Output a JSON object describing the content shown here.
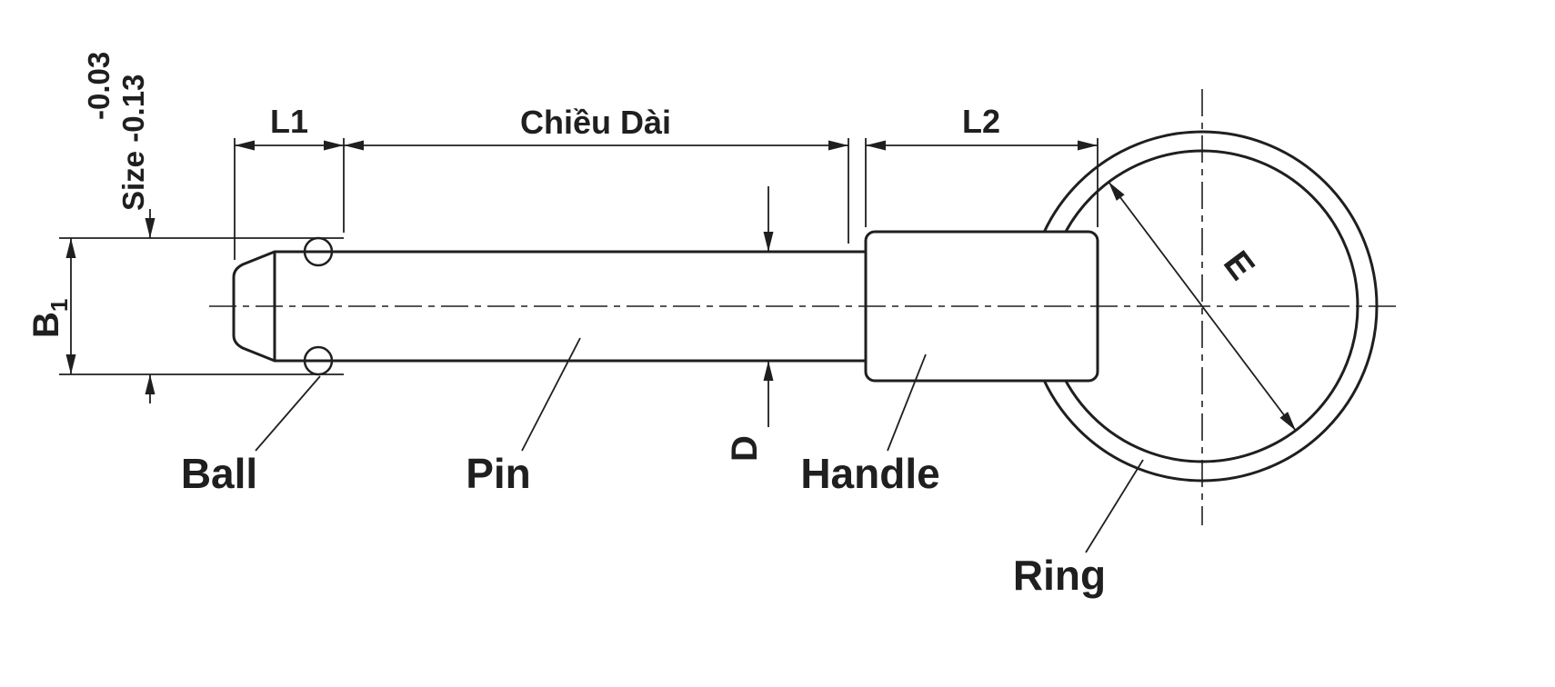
{
  "drawing": {
    "part_labels": {
      "ball": "Ball",
      "pin": "Pin",
      "handle": "Handle",
      "ring": "Ring"
    },
    "dimensions": {
      "l1": "L1",
      "length_label": "Chiều Dài",
      "l2": "L2",
      "b1_base": "B",
      "b1_subscript": "1",
      "d": "D",
      "e": "E",
      "size_tolerance_line1": "-0.03",
      "size_tolerance_line2": "Size -0.13"
    },
    "colors": {
      "line": "#1f1f1f",
      "background": "#ffffff"
    }
  }
}
